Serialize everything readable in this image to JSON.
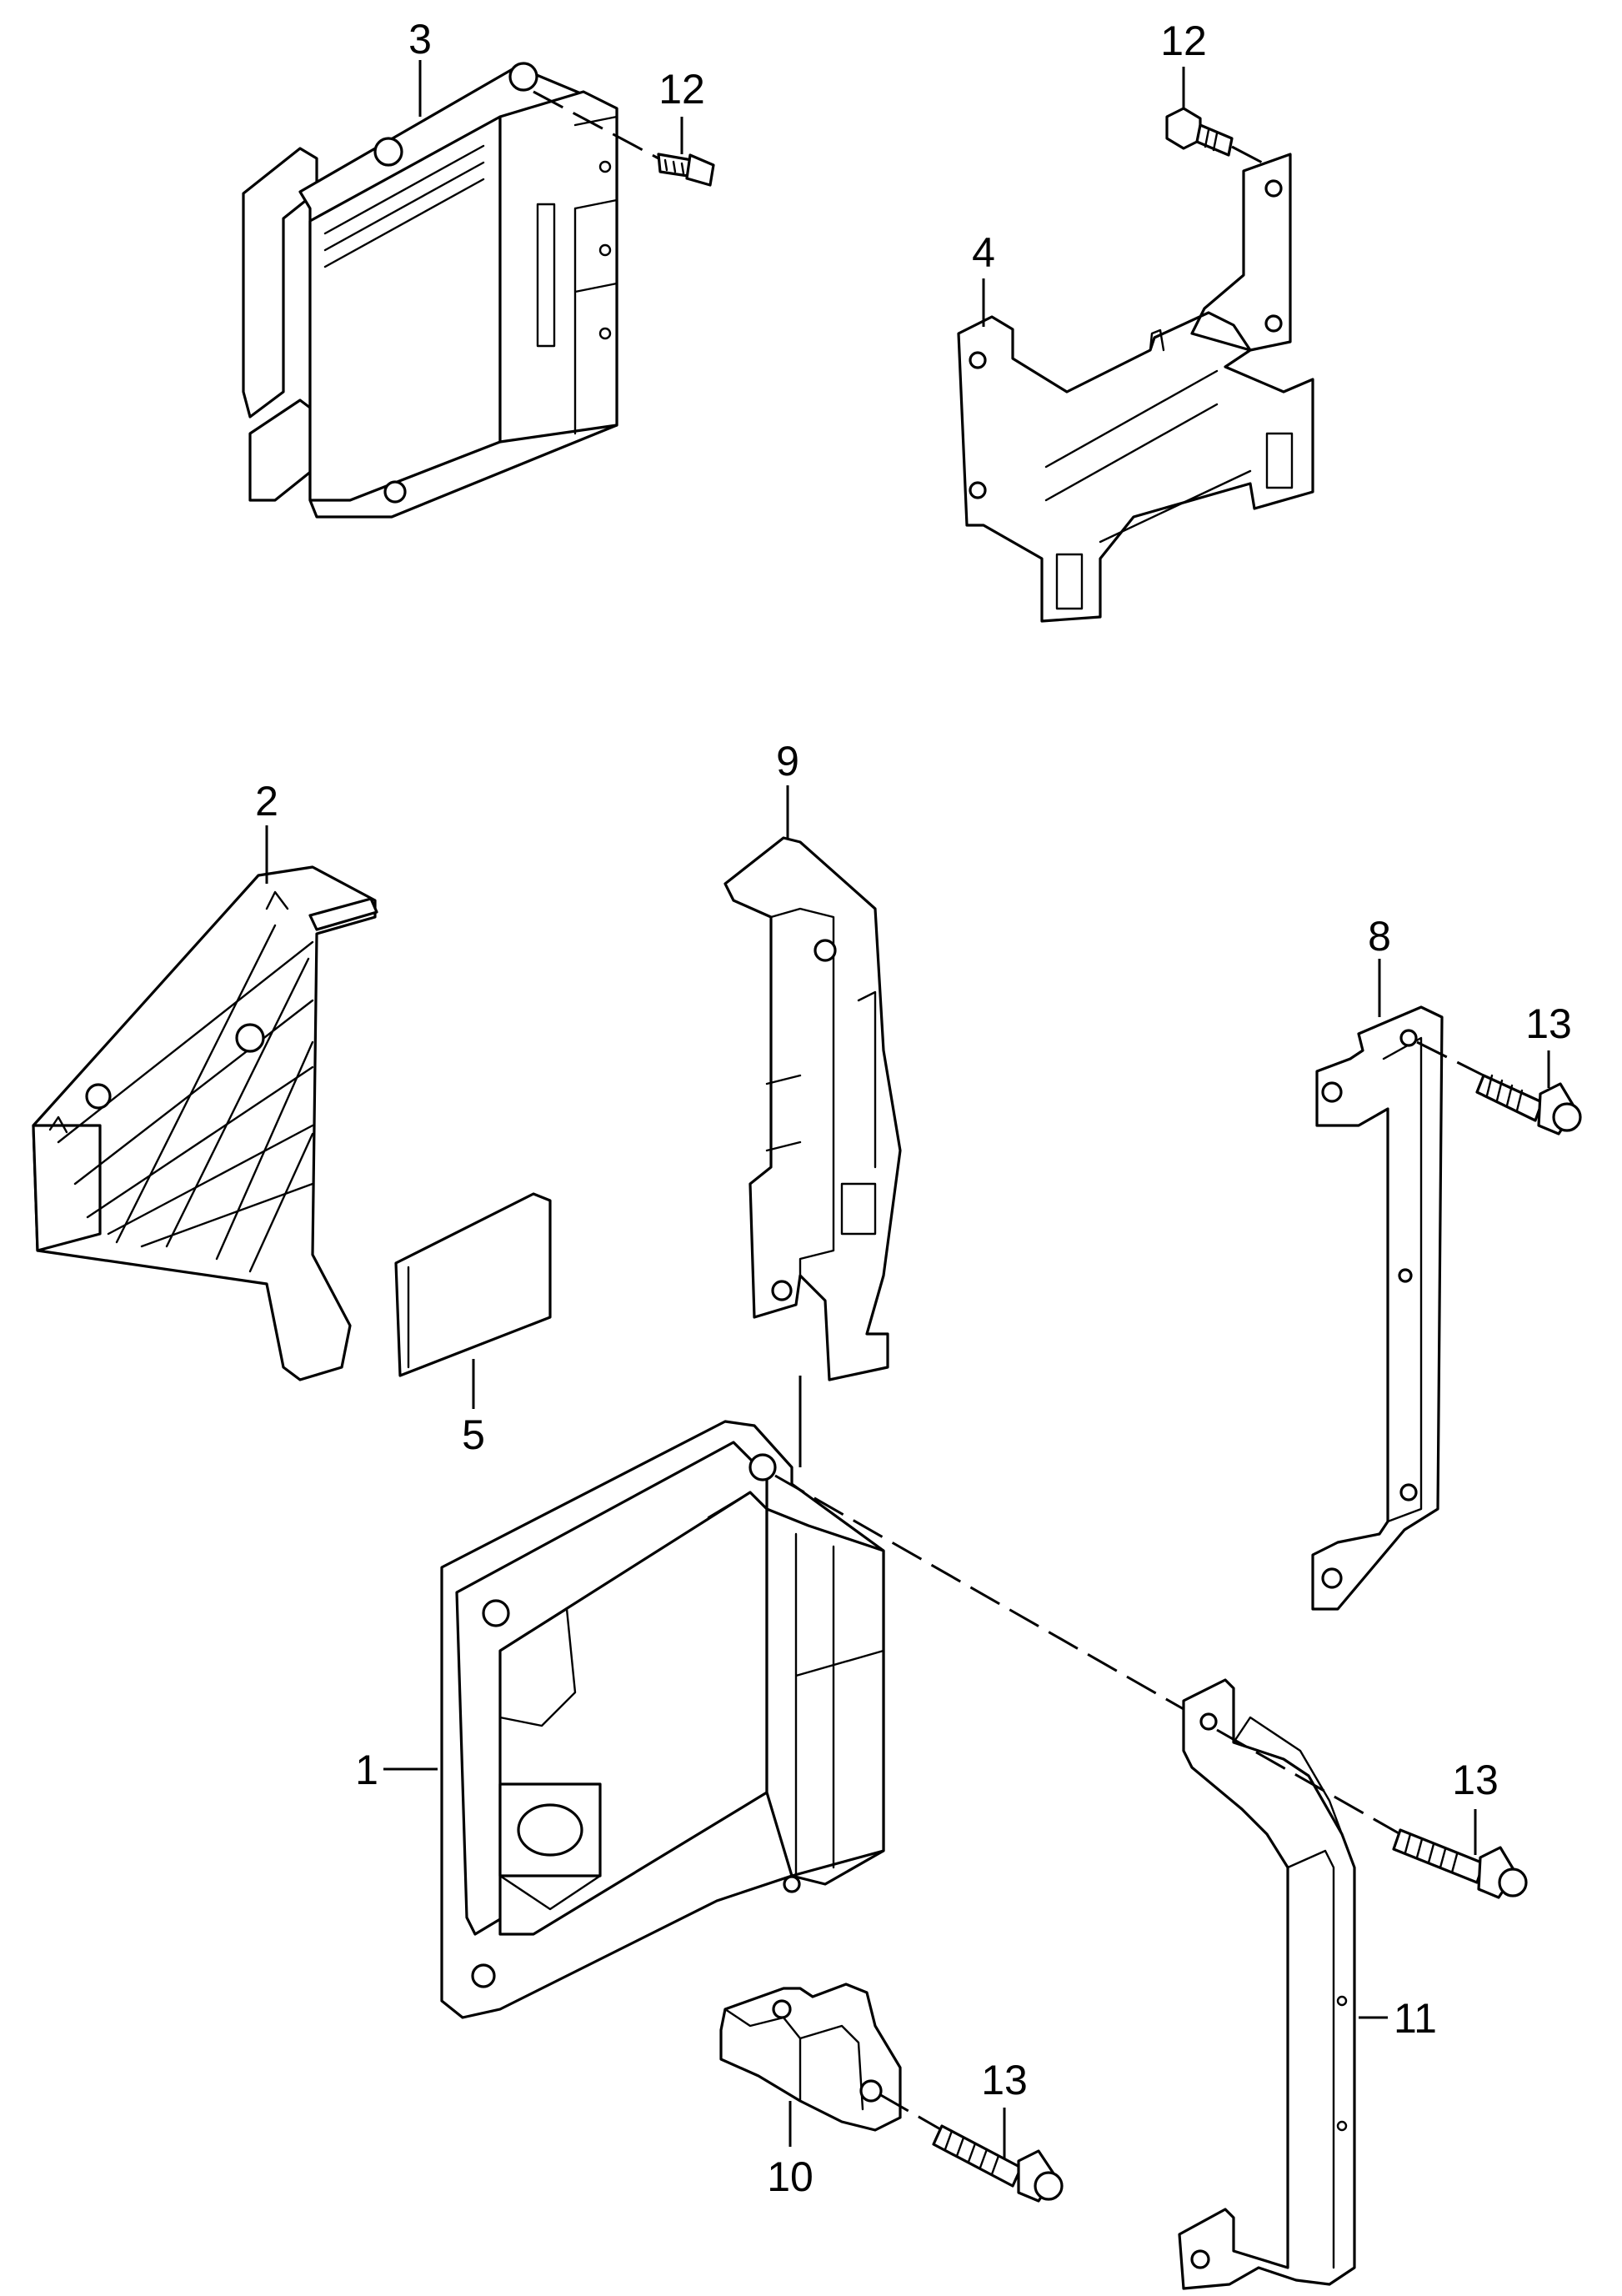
{
  "callouts": {
    "p1": "1",
    "p2": "2",
    "p3": "3",
    "p4": "4",
    "p5": "5",
    "p8": "8",
    "p9": "9",
    "p10": "10",
    "p11": "11",
    "p12a": "12",
    "p12b": "12",
    "p13a": "13",
    "p13b": "13",
    "p13c": "13"
  }
}
